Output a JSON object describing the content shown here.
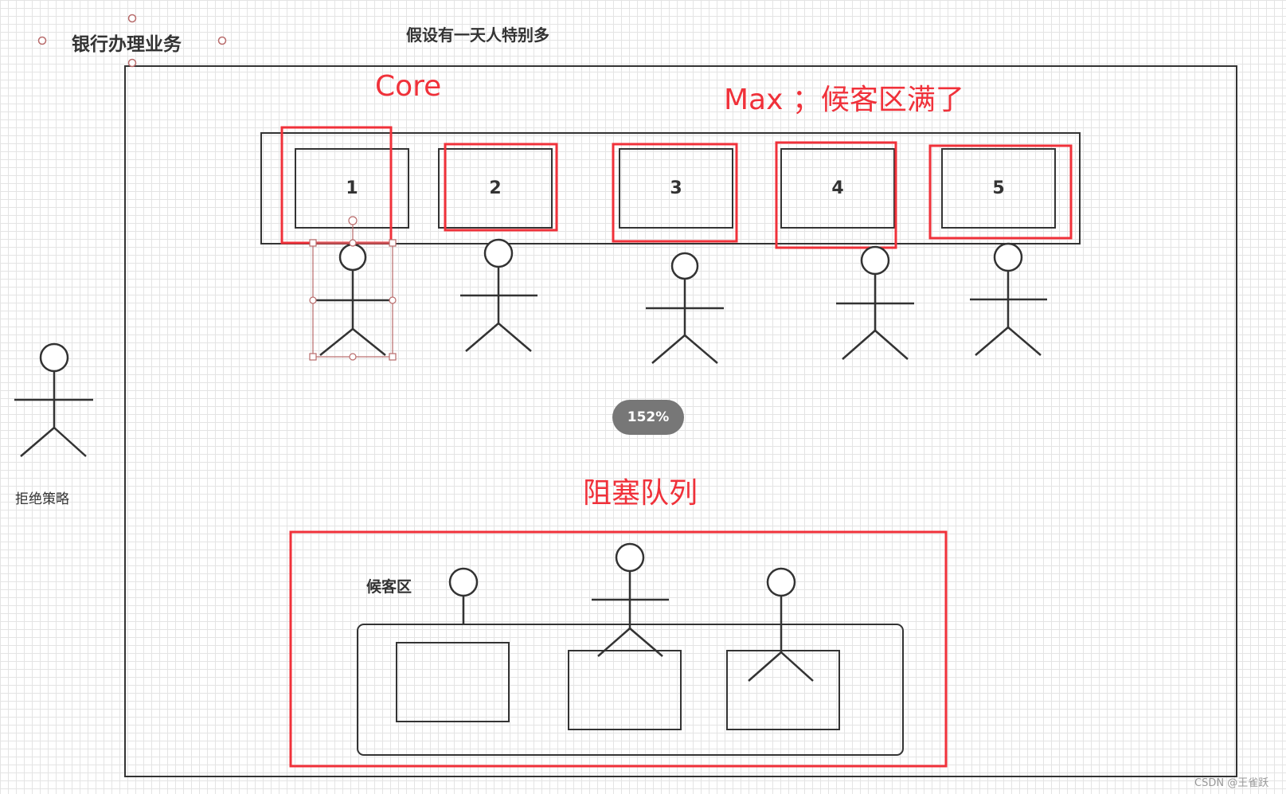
{
  "diagram": {
    "title": "银行办理业务",
    "scenario_note": "假设有一天人特别多",
    "core_label": "Core",
    "max_label": "Max ；候客区满了",
    "blocking_queue_label": "阻塞队列",
    "rejection_policy_label": "拒绝策略",
    "waiting_area_label": "候客区",
    "counters": [
      "1",
      "2",
      "3",
      "4",
      "5"
    ]
  },
  "zoom": "152%",
  "credit": "CSDN @王雀跃",
  "colors": {
    "highlight": "#f0313a",
    "stroke": "#333333",
    "selection": "#b86b6b",
    "badge": "#777777"
  }
}
